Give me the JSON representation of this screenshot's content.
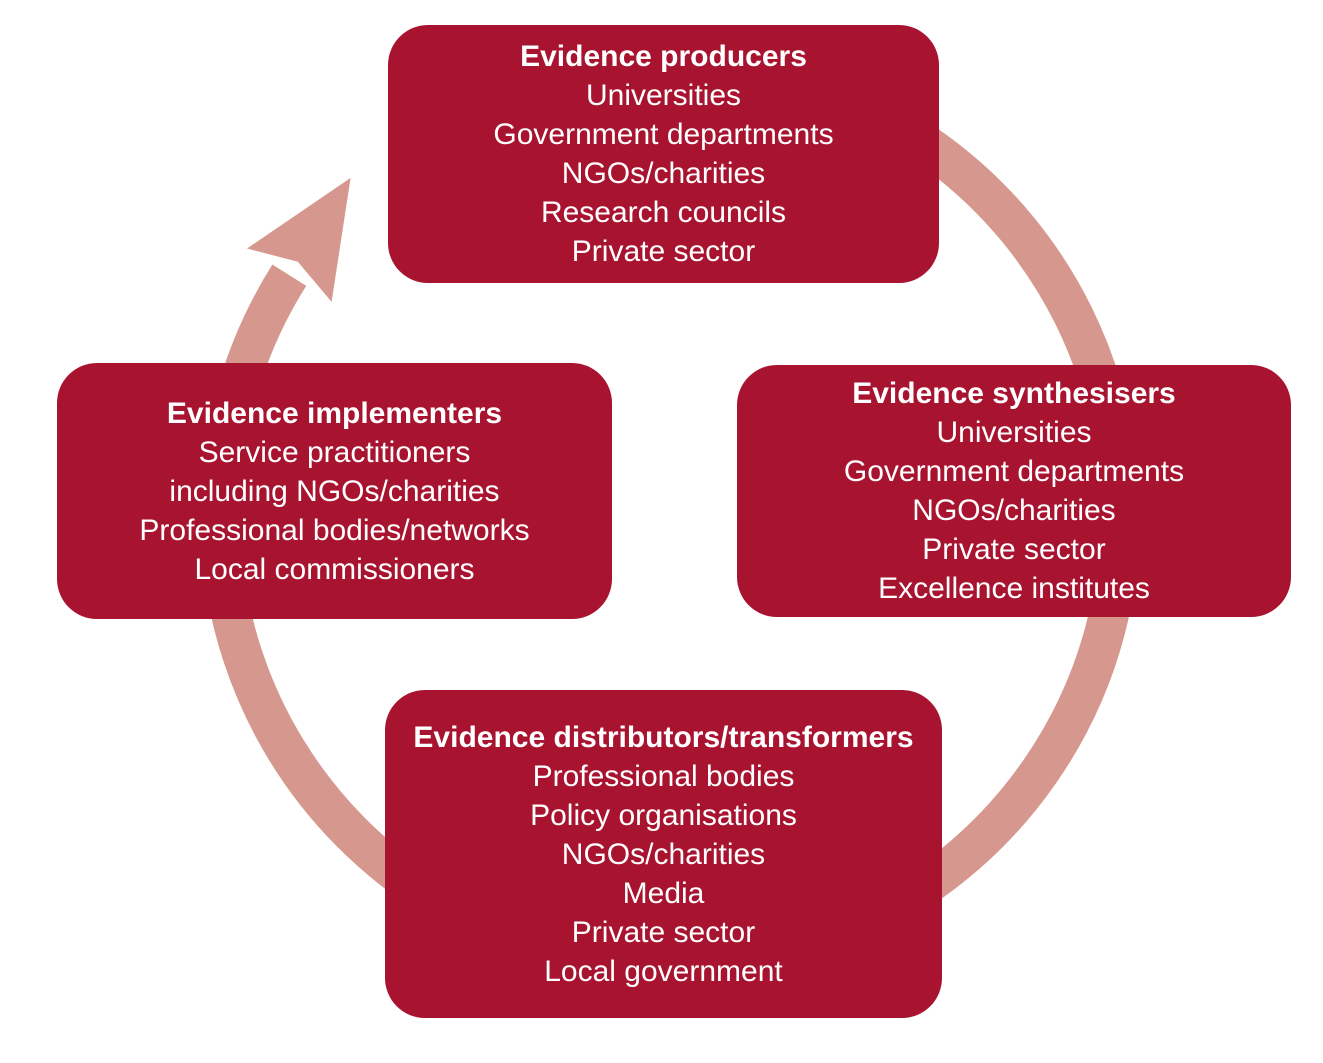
{
  "diagram": {
    "type": "cycle",
    "cycle_direction": "clockwise",
    "colors": {
      "box": "#A81330",
      "arrow": "#D6988E",
      "text": "#FFFFFF",
      "background": "#FFFFFF"
    },
    "boxes": {
      "producers": {
        "title": "Evidence producers",
        "items": [
          "Universities",
          "Government departments",
          "NGOs/charities",
          "Research councils",
          "Private sector"
        ]
      },
      "synthesisers": {
        "title": "Evidence synthesisers",
        "items": [
          "Universities",
          "Government departments",
          "NGOs/charities",
          "Private sector",
          "Excellence institutes"
        ]
      },
      "distributors": {
        "title": "Evidence distributors/transformers",
        "items": [
          "Professional bodies",
          "Policy organisations",
          "NGOs/charities",
          "Media",
          "Private sector",
          "Local government"
        ]
      },
      "implementers": {
        "title": "Evidence implementers",
        "items": [
          "Service practitioners",
          "including NGOs/charities",
          "Professional bodies/networks",
          "Local commissioners"
        ]
      }
    }
  }
}
